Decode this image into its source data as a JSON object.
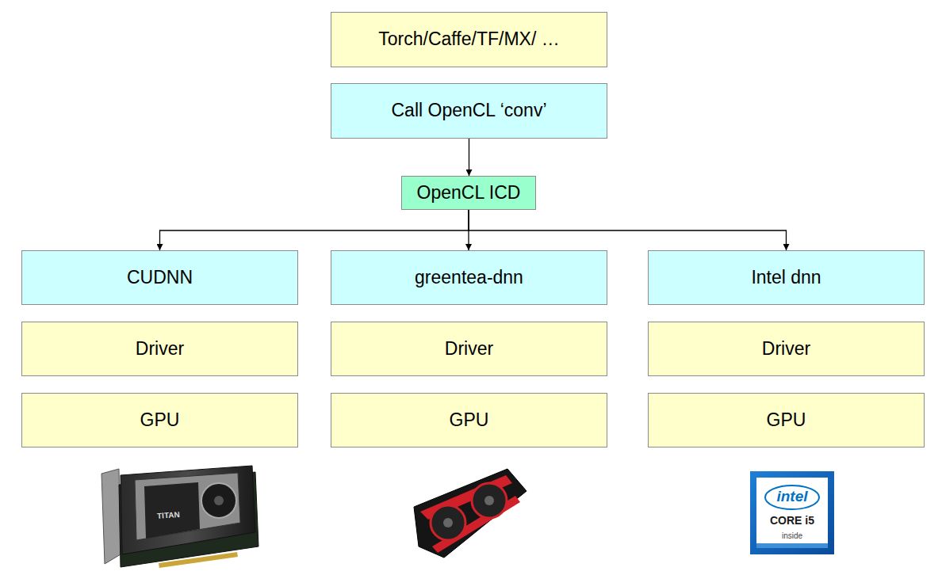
{
  "diagram": {
    "nodes": [
      {
        "text": [
          "Torch/Caffe/TF/MX/ …"
        ]
      },
      {
        "text": [
          "Call OpenCL ‘conv’"
        ]
      },
      {
        "text": [
          "OpenCL ICD"
        ]
      },
      {
        "text": [
          "CUDNN"
        ]
      },
      {
        "text": [
          "greentea-dnn"
        ]
      },
      {
        "text": [
          "Intel dnn"
        ]
      },
      {
        "text": [
          "Driver"
        ]
      },
      {
        "text": [
          "Driver"
        ]
      },
      {
        "text": [
          "Driver"
        ]
      },
      {
        "text": [
          "GPU"
        ]
      },
      {
        "text": [
          "GPU"
        ]
      },
      {
        "text": [
          "GPU"
        ]
      }
    ],
    "edges": [
      {
        "from": 1,
        "to": 2,
        "arrow": "to"
      },
      {
        "from": 2,
        "to": 3,
        "arrow": "to"
      },
      {
        "from": 2,
        "to": 4,
        "arrow": "to"
      },
      {
        "from": 2,
        "to": 5,
        "arrow": "to"
      }
    ],
    "labels": [
      "TITAN",
      "intel",
      "CORE i5",
      "inside"
    ]
  }
}
